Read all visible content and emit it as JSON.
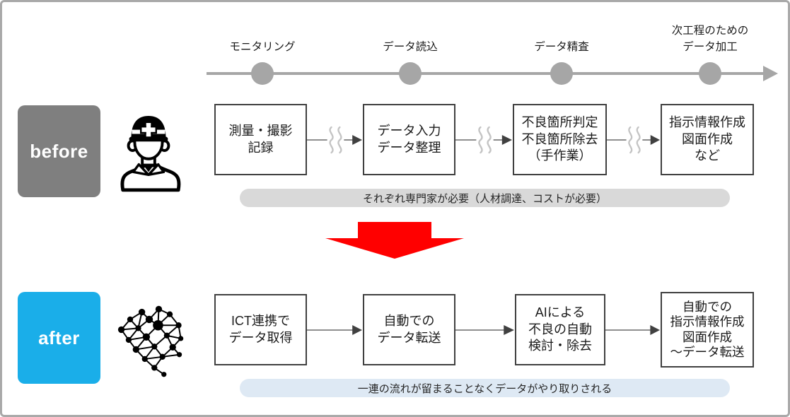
{
  "timeline": {
    "stages": [
      {
        "label": "モニタリング"
      },
      {
        "label": "データ読込"
      },
      {
        "label": "データ精査"
      },
      {
        "label": "次工程のための\nデータ加工"
      }
    ]
  },
  "before": {
    "label": "before",
    "icon": "construction-worker-icon",
    "boxes": [
      {
        "lines": [
          "測量・撮影",
          "記録"
        ]
      },
      {
        "lines": [
          "データ入力",
          "データ整理"
        ]
      },
      {
        "lines": [
          "不良箇所判定",
          "不良箇所除去",
          "（手作業）"
        ]
      },
      {
        "lines": [
          "指示情報作成",
          "図面作成",
          "など"
        ]
      }
    ],
    "note": "それぞれ専門家が必要（人材調達、コストが必要）"
  },
  "after": {
    "label": "after",
    "icon": "ai-brain-network-icon",
    "boxes": [
      {
        "lines": [
          "ICT連携で",
          "データ取得"
        ]
      },
      {
        "lines": [
          "自動での",
          "データ転送"
        ]
      },
      {
        "lines": [
          "AIによる",
          "不良の自動",
          "検討・除去"
        ]
      },
      {
        "lines": [
          "自動での",
          "指示情報作成",
          "図面作成",
          "～データ転送"
        ]
      }
    ],
    "note": "一連の流れが留まることなくデータがやり取りされる"
  },
  "colors": {
    "before-bg": "#7f7f7f",
    "after-bg": "#1aaee9",
    "box-border": "#404040",
    "timeline-gray": "#a6a6a6",
    "pill-gray": "#d9d9d9",
    "pill-blue": "#dee9f4",
    "connector-line": "#7f7f7f",
    "connector-head": "#404040",
    "squiggle": "#c4c4c4",
    "red-arrow": "#ff0000"
  }
}
